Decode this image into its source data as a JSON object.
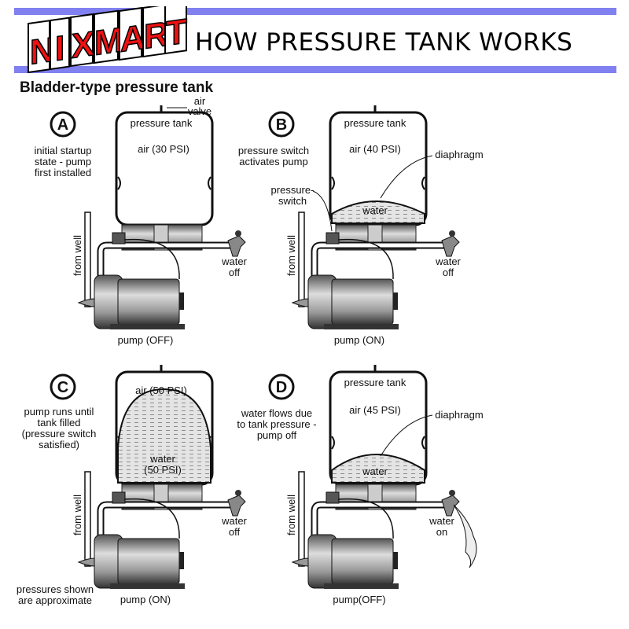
{
  "header": {
    "logo_text": "NIXMART",
    "title": "HOW PRESSURE TANK WORKS",
    "bar_color": "#8080f0",
    "logo_color": "#ee1111"
  },
  "diagram": {
    "heading": "Bladder-type pressure tank",
    "footnote": [
      "pressures shown",
      "are approximate"
    ],
    "common": {
      "from_well": "from well"
    },
    "panels": [
      {
        "letter": "A",
        "description": [
          "initial startup",
          "state - pump",
          "first installed"
        ],
        "tank_label": "pressure tank",
        "air": "air (30 PSI)",
        "air_valve": [
          "air",
          "valve"
        ],
        "faucet": [
          "water",
          "off"
        ],
        "pump": "pump (OFF)"
      },
      {
        "letter": "B",
        "description": [
          "pressure switch",
          "activates pump"
        ],
        "tank_label": "pressure tank",
        "air": "air (40 PSI)",
        "diaphragm": "diaphragm",
        "water": "water",
        "pressure_switch": [
          "pressure-",
          "switch"
        ],
        "faucet": [
          "water",
          "off"
        ],
        "pump": "pump (ON)"
      },
      {
        "letter": "C",
        "description": [
          "pump runs until",
          "tank  filled",
          "(pressure switch",
          "satisfied)"
        ],
        "air": "air (50 PSI)",
        "water": [
          "water",
          "(50 PSI)"
        ],
        "faucet": [
          "water",
          "off"
        ],
        "pump": "pump (ON)"
      },
      {
        "letter": "D",
        "description": [
          "water flows due",
          "to tank pressure -",
          "pump off"
        ],
        "tank_label": "pressure tank",
        "air": "air (45 PSI)",
        "diaphragm": "diaphragm",
        "water": "water",
        "faucet": [
          "water",
          "on"
        ],
        "pump": "pump(OFF)"
      }
    ]
  }
}
